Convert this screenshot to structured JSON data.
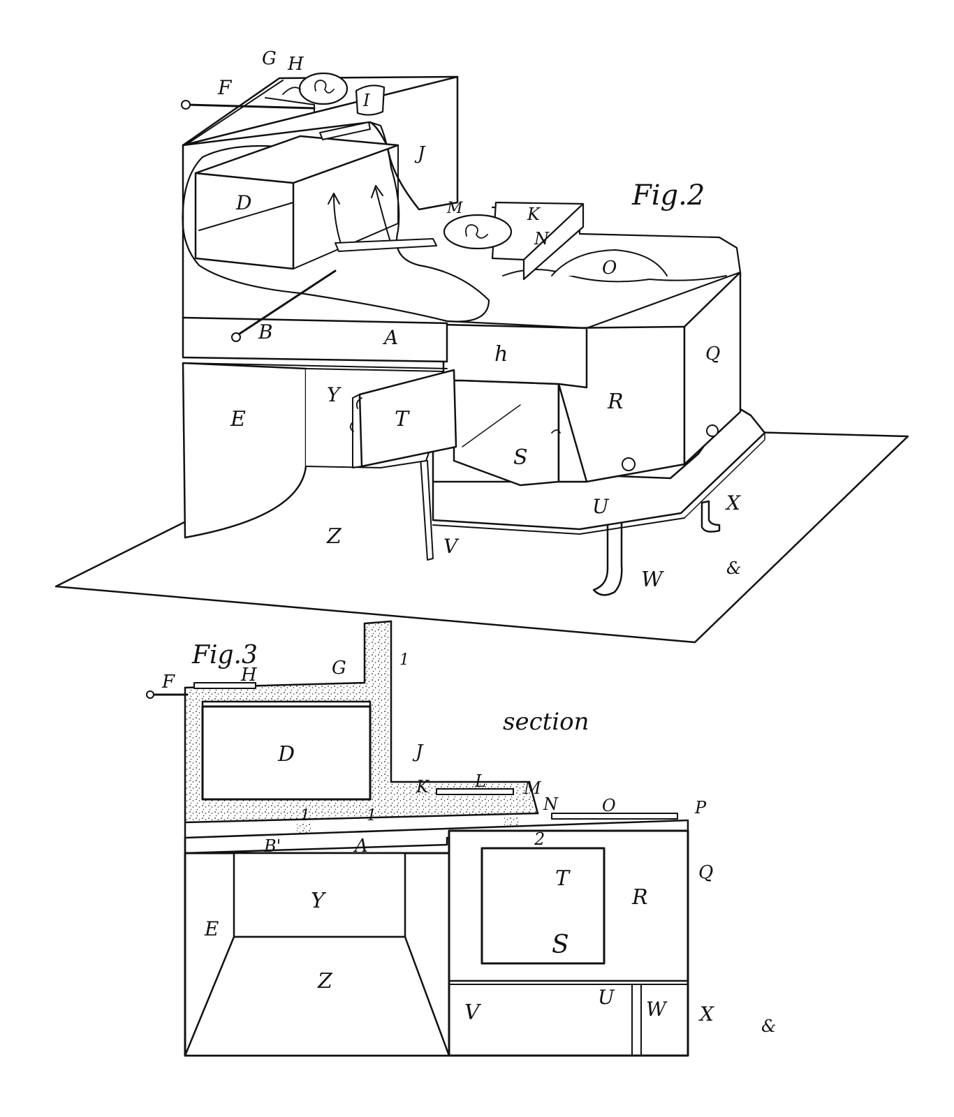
{
  "colors": {
    "paper": "#ffffff",
    "ink": "#111111",
    "stipple": "#222222"
  },
  "fig2": {
    "title": "Fig.2",
    "labels": {
      "F": "F",
      "G": "G",
      "H": "H",
      "I": "I",
      "J": "J",
      "D": "D",
      "M": "M",
      "K": "K",
      "N": "N",
      "O": "O",
      "B": "B",
      "A": "A",
      "h": "h",
      "Q": "Q",
      "R": "R",
      "E": "E",
      "Y": "Y",
      "T": "T",
      "S": "S",
      "Z": "Z",
      "V": "V",
      "U": "U",
      "X": "X",
      "W": "W",
      "amp": "&"
    }
  },
  "fig3": {
    "title": "Fig.3",
    "subtitle": "section",
    "labels": {
      "F": "F",
      "H": "H",
      "G": "G",
      "one_top": "1",
      "D": "D",
      "J": "J",
      "K": "K",
      "L": "L",
      "M": "M",
      "N": "N",
      "O": "O",
      "P": "P",
      "one_a": "1",
      "one_b": "1",
      "two": "2",
      "B": "B'",
      "A": "A",
      "T": "T",
      "R": "R",
      "Q": "Q",
      "Y": "Y",
      "E": "E",
      "S": "S",
      "Z": "Z",
      "V": "V",
      "U": "U",
      "W": "W",
      "X": "X",
      "amp": "&"
    }
  }
}
